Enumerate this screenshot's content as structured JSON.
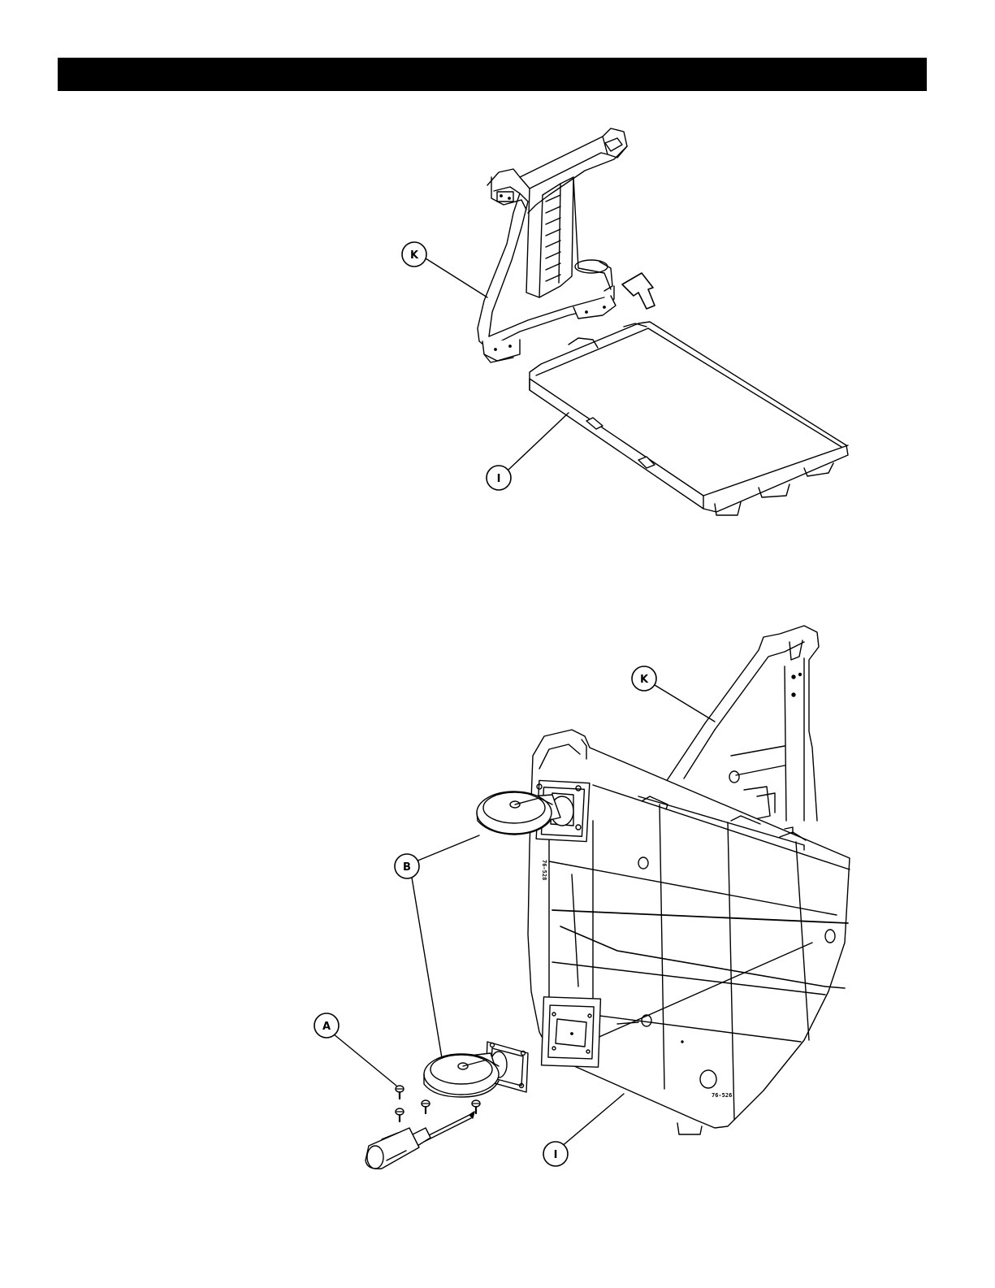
{
  "header": {
    "title": ""
  },
  "colors": {
    "ink": "#000000",
    "paper": "#ffffff",
    "header_bar": "#000000"
  },
  "figures": {
    "top": {
      "callouts": {
        "k": "K",
        "i": "I"
      }
    },
    "bottom": {
      "callouts": {
        "k": "K",
        "b": "B",
        "a": "A",
        "i": "I"
      },
      "part_stamps": {
        "left": "76-528",
        "right": "76-526"
      }
    }
  },
  "icons": {
    "insert_arrow": "push-arrow-icon",
    "screwdriver": "screwdriver-icon",
    "screw": "screw-icon",
    "caster": "caster-wheel-icon"
  }
}
